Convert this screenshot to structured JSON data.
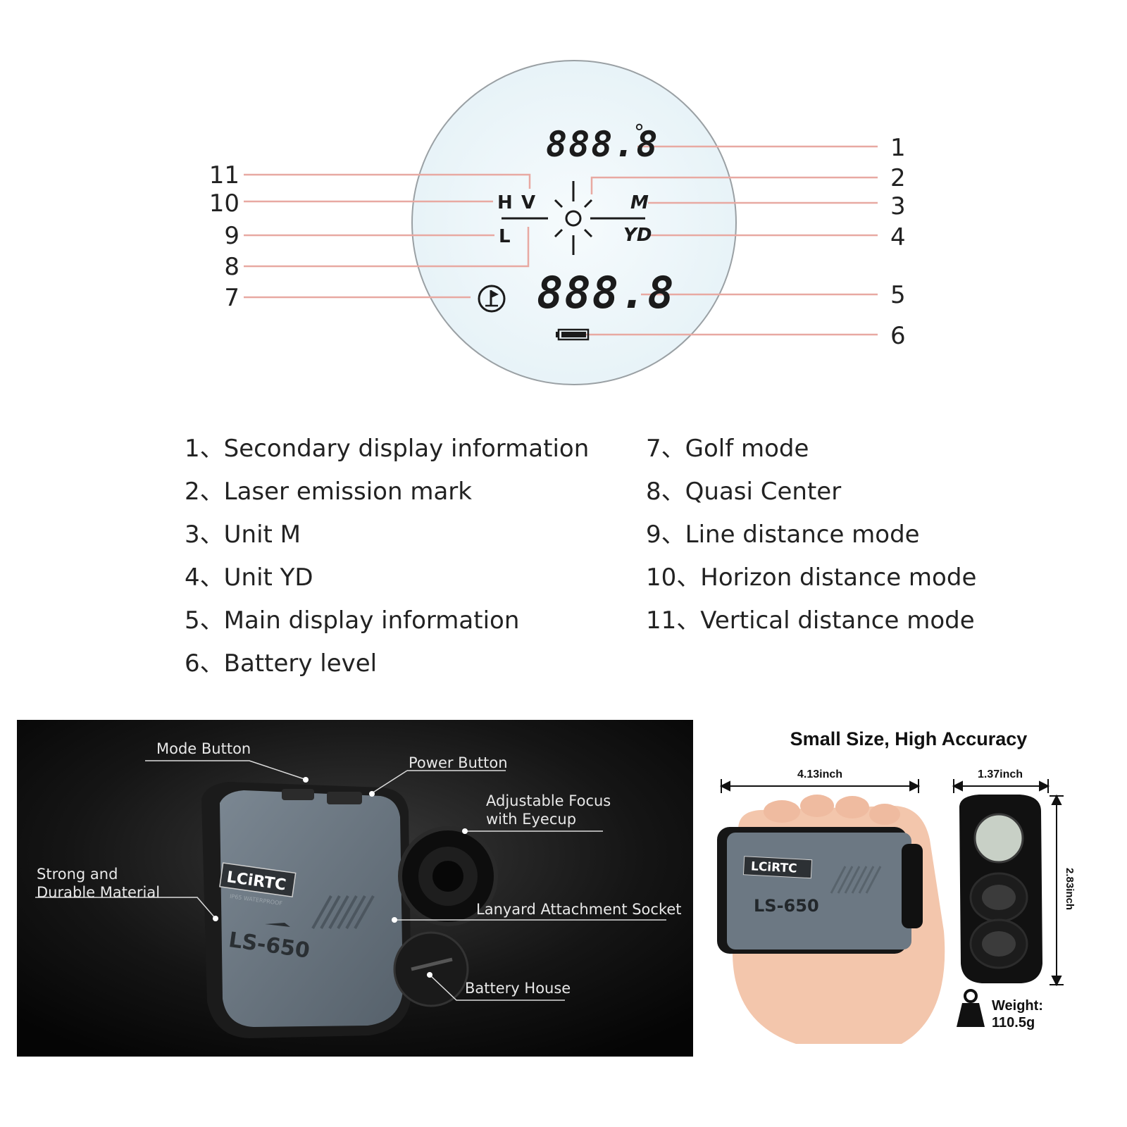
{
  "lcd": {
    "secondary_reading": "888.8",
    "degree_symbol": "°",
    "main_reading": "888.8",
    "h_label": "H",
    "v_label": "V",
    "l_label": "L",
    "unit_m": "M",
    "unit_yd": "YD",
    "icons": [
      "golf-flag-icon",
      "battery-icon",
      "crosshair-icon"
    ]
  },
  "callout_numbers": [
    "1",
    "2",
    "3",
    "4",
    "5",
    "6",
    "7",
    "8",
    "9",
    "10",
    "11"
  ],
  "legend": {
    "left": [
      "1、Secondary display information",
      "2、Laser emission mark",
      "3、Unit M",
      "4、Unit YD",
      "5、Main display information",
      "6、Battery level"
    ],
    "right": [
      "7、Golf mode",
      "8、Quasi Center",
      "9、Line distance mode",
      "10、Horizon distance mode",
      "11、Vertical distance mode"
    ]
  },
  "device": {
    "brand": "LCiRTC",
    "model": "LS-650",
    "tagline": "IP65 WATERPROOF",
    "labels": {
      "mode_button": "Mode Button",
      "power_button": "Power Button",
      "focus_line1": "Adjustable Focus",
      "focus_line2": "with Eyecup",
      "material_line1": "Strong and",
      "material_line2": "Durable Material",
      "lanyard": "Lanyard Attachment Socket",
      "battery": "Battery House"
    }
  },
  "size": {
    "title": "Small Size, High Accuracy",
    "length": "4.13inch",
    "width": "1.37inch",
    "height": "2.83inch",
    "weight_label": "Weight:",
    "weight_value": "110.5g"
  },
  "colors": {
    "leader_line": "#e8a9a2",
    "lcd_bg": "#eef7fb",
    "device_body": "#6a7681",
    "panel_bg": "#101010"
  }
}
